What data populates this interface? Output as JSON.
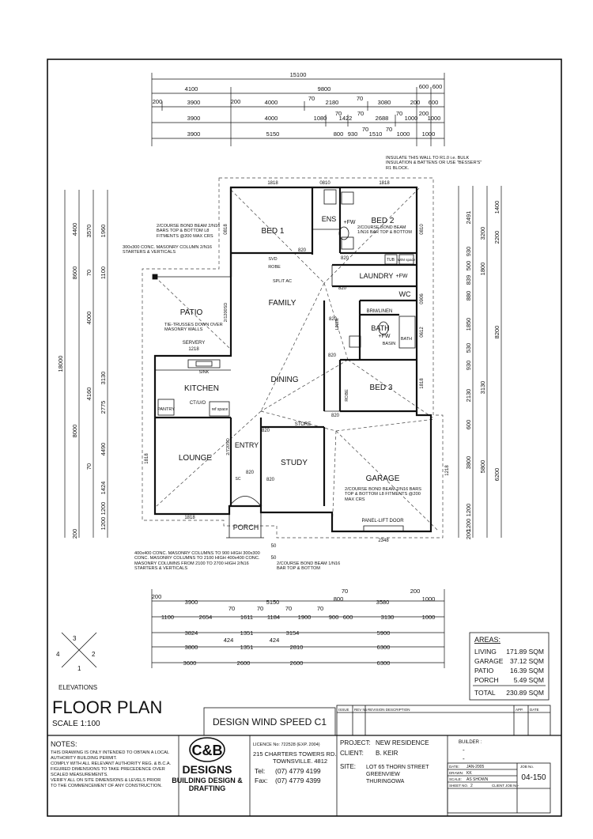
{
  "rooms": {
    "bed1": "BED 1",
    "ens": "ENS",
    "ens_fw": "+FW",
    "bed2": "BED 2",
    "laundry": "LAUNDRY",
    "laundry_fw": "+FW",
    "family": "FAMILY",
    "patio": "PATIO",
    "wc": "WC",
    "brm_linen": "BRM/LINEN",
    "bath": "BATH",
    "bath_fw": "+FW",
    "basin": "BASIN",
    "bath_fixture": "BATH",
    "dining": "DINING",
    "bed3": "BED 3",
    "kitchen": "KITCHEN",
    "pantry": "PANTRY",
    "lounge": "LOUNGE",
    "entry": "ENTRY",
    "study": "STUDY",
    "store": "STORE",
    "garage": "GARAGE",
    "porch": "PORCH",
    "servery": "SERVERY",
    "servery_dim": "1218",
    "sink": "SINK",
    "ct_uo": "CT/U/O",
    "ref_space": "ref space",
    "tub": "TUB",
    "wm_space": "W/M space",
    "linen": "LINEN",
    "robe": "ROBE",
    "robe_bed3": "ROBE",
    "svd": "SVD",
    "split_ac": "SPLIT AC",
    "panel_lift_door": "PANEL-LIFT DOOR",
    "sc": "SC"
  },
  "dimensions": {
    "top_overall": "15100",
    "top_row1": [
      "4100",
      "9800",
      "600",
      "600"
    ],
    "top_row2": [
      "200",
      "3900",
      "200",
      "4000",
      "70",
      "2180",
      "70",
      "3080",
      "200",
      "600"
    ],
    "top_row3": [
      "3900",
      "4000",
      "1080",
      "70",
      "1422",
      "70",
      "2688",
      "70",
      "1000",
      "200",
      "1000"
    ],
    "top_row4": [
      "3900",
      "5150",
      "800",
      "930",
      "70",
      "1510",
      "70",
      "1000",
      "1000"
    ],
    "bottom_row1": [
      "200",
      "3900",
      "5150",
      "70",
      "800",
      "3580",
      "200",
      "1000"
    ],
    "bottom_row2": [
      "1100",
      "2654",
      "70",
      "1611",
      "70",
      "1184",
      "70",
      "1900",
      "70",
      "900",
      "600",
      "3130",
      "1000"
    ],
    "bottom_row3": [
      "3824",
      "1351",
      "3154",
      "5900"
    ],
    "bottom_row4": [
      "3800",
      "424",
      "1351",
      "424",
      "2810",
      "6300"
    ],
    "bottom_row5": [
      "3600",
      "2600",
      "2600",
      "6300"
    ],
    "left_overall": "18000",
    "left_outer": [
      "4400",
      "8600",
      "8000",
      "200"
    ],
    "left_inner": [
      "3570",
      "70",
      "4000",
      "4160",
      "70",
      "1960",
      "1100",
      "3130",
      "2775",
      "4490",
      "1424",
      "1200",
      "1200"
    ],
    "right_outer": [
      "1400",
      "2200",
      "8200",
      "6200"
    ],
    "right_inner": [
      "2491",
      "3200",
      "1800",
      "930",
      "500",
      "839",
      "880",
      "1850",
      "530",
      "930",
      "2130",
      "3130",
      "600",
      "3800",
      "5800",
      "1200",
      "1200",
      "200"
    ],
    "wall_labels": [
      "1818",
      "0810",
      "1818",
      "0818",
      "0810",
      "0906",
      "0612",
      "1818",
      "1218",
      "1818",
      "1818",
      "2348",
      "2/720SD",
      "2/1200SD",
      "820",
      "820",
      "820",
      "820",
      "820",
      "820",
      "820",
      "820",
      "820",
      "50",
      "50"
    ]
  },
  "notes": {
    "insulate": "INSULATE THIS WALL TO R1.0 i.e. BULK INSULATION & BATTENS OR USE \"BESSER'S\" R1 BLOCK.",
    "bond_beam_top_left": "2/COURSE BOND BEAM 2/N16 BARS TOP & BOTTOM L8 FITMENTS @200 MAX CRS",
    "column_note": "300x300 CONC. MASONRY COLUMN 2/N16 STARTERS & VERTICALS",
    "bond_beam_bed2": "2/COURSE BOND BEAM 1/N16 BAR TOP & BOTTOM",
    "tie_trusses": "TIE-TRUSSES DOWN OVER MASONRY WALLS",
    "bond_beam_garage": "2/COURSE BOND BEAM 2/N16 BARS TOP & BOTTOM L8 FITMENTS @200 MAX CRS",
    "porch_columns": "400x400 CONC. MASONRY COLUMNS TO 900 HIGH 300x300 CONC. MASONRY COLUMNS TO 2100 HIGH 400x400 CONC. MASONRY COLUMNS FROM 2100 TO 2700 HIGH 2/N16 STARTERS & VERTICALS",
    "bond_beam_porch": "2/COURSE BOND BEAM 1/N16 BAR TOP & BOTTOM"
  },
  "areas": {
    "heading": "AREAS:",
    "rows": [
      {
        "label": "LIVING",
        "value": "171.89 SQM"
      },
      {
        "label": "GARAGE",
        "value": "37.12 SQM"
      },
      {
        "label": "PATIO",
        "value": "16.39 SQM"
      },
      {
        "label": "PORCH",
        "value": "5.49 SQM"
      },
      {
        "label": "TOTAL",
        "value": "230.89 SQM"
      }
    ]
  },
  "elevations": {
    "label": "ELEVATIONS",
    "numbers": [
      "1",
      "2",
      "3",
      "4"
    ]
  },
  "title_block": {
    "title": "FLOOR PLAN",
    "scale": "SCALE 1:100",
    "wind_speed": "DESIGN WIND SPEED C1",
    "issue_header": [
      "ISSUE",
      "REV No",
      "REVISION DESCRIPTION",
      "APP.",
      "DATE"
    ],
    "notes_heading": "NOTES:",
    "notes_lines": [
      "THIS DRAWING IS ONLY INTENDED TO OBTAIN A LOCAL",
      "AUTHORITY BUILDING PERMIT.",
      "COMPLY WITH ALL RELEVANT AUTHORITY REG. & B.C.A.",
      "FIGURED DIMENSIONS TO TAKE PRECEDENCE OVER",
      "SCALED MEASUREMENTS.",
      "VERIFY ALL ON SITE DIMENSIONS & LEVELS PRIOR",
      "TO THE COMMENCEMENT OF ANY CONSTRUCTION."
    ],
    "logo_initials": "C&B",
    "logo_name": "DESIGNS",
    "logo_sub1": "BUILDING DESIGN &",
    "logo_sub2": "DRAFTING",
    "licence": "LICENCE No: 722528   (EXP. 2004)",
    "address1": "215 CHARTERS TOWERS RD.",
    "address2": "TOWNSVILLE. 4812",
    "tel_label": "Tel:",
    "tel": "(07) 4779 4199",
    "fax_label": "Fax:",
    "fax": "(07) 4779 4399",
    "project_label": "PROJECT:",
    "project": "NEW RESIDENCE",
    "client_label": "CLIENT:",
    "client": "B. KEIR",
    "site_label": "SITE:",
    "site1": "LOT 65 THORN STREET",
    "site2": "GREENVIEW",
    "site3": "THURINGOWA",
    "builder_label": "BUILDER :",
    "builder_lines": [
      "-",
      "-"
    ],
    "date_label": "DATE:",
    "date": "JAN-2005",
    "drawn_label": "DRAWN:",
    "drawn": "KK",
    "scale_label": "SCALE:",
    "scale_val": "AS SHOWN",
    "job_label": "JOB No.",
    "job": "04-150",
    "sheet_label": "SHEET NO.",
    "sheet": "2",
    "client_job_label": "CLIENT JOB No-"
  }
}
